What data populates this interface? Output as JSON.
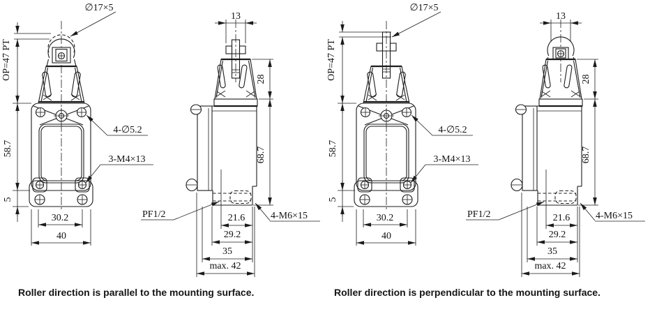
{
  "figures": [
    {
      "caption": "Roller direction is parallel to the mounting surface.",
      "front": {
        "roller_dim": "∅17×5",
        "travel_dim": "OP=47 PT",
        "holes_dim": "4-∅5.2",
        "screws_dim": "3-M4×13",
        "height_dim": "58.7",
        "flange_dim": "5",
        "slot_spacing_dim": "30.2",
        "width_dim": "40"
      },
      "side": {
        "roller_width_dim": "13",
        "head_height_dim": "28",
        "body_height_dim": "68.7",
        "conduit_label": "PF1/2",
        "center_offset_dim": "21.6",
        "depth_dim": "29.2",
        "base_depth_dim": "35",
        "max_depth_dim": "max. 42",
        "bolts_dim": "4-M6×15"
      }
    },
    {
      "caption": "Roller direction is perpendicular to the mounting surface.",
      "front": {
        "roller_dim": "∅17×5",
        "travel_dim": "OP=47 PT",
        "holes_dim": "4-∅5.2",
        "screws_dim": "3-M4×13",
        "height_dim": "58.7",
        "flange_dim": "5",
        "slot_spacing_dim": "30.2",
        "width_dim": "40"
      },
      "side": {
        "roller_width_dim": "13",
        "head_height_dim": "28",
        "body_height_dim": "68.7",
        "conduit_label": "PF1/2",
        "center_offset_dim": "21.6",
        "depth_dim": "29.2",
        "base_depth_dim": "35",
        "max_depth_dim": "max. 42",
        "bolts_dim": "4-M6×15"
      }
    }
  ]
}
